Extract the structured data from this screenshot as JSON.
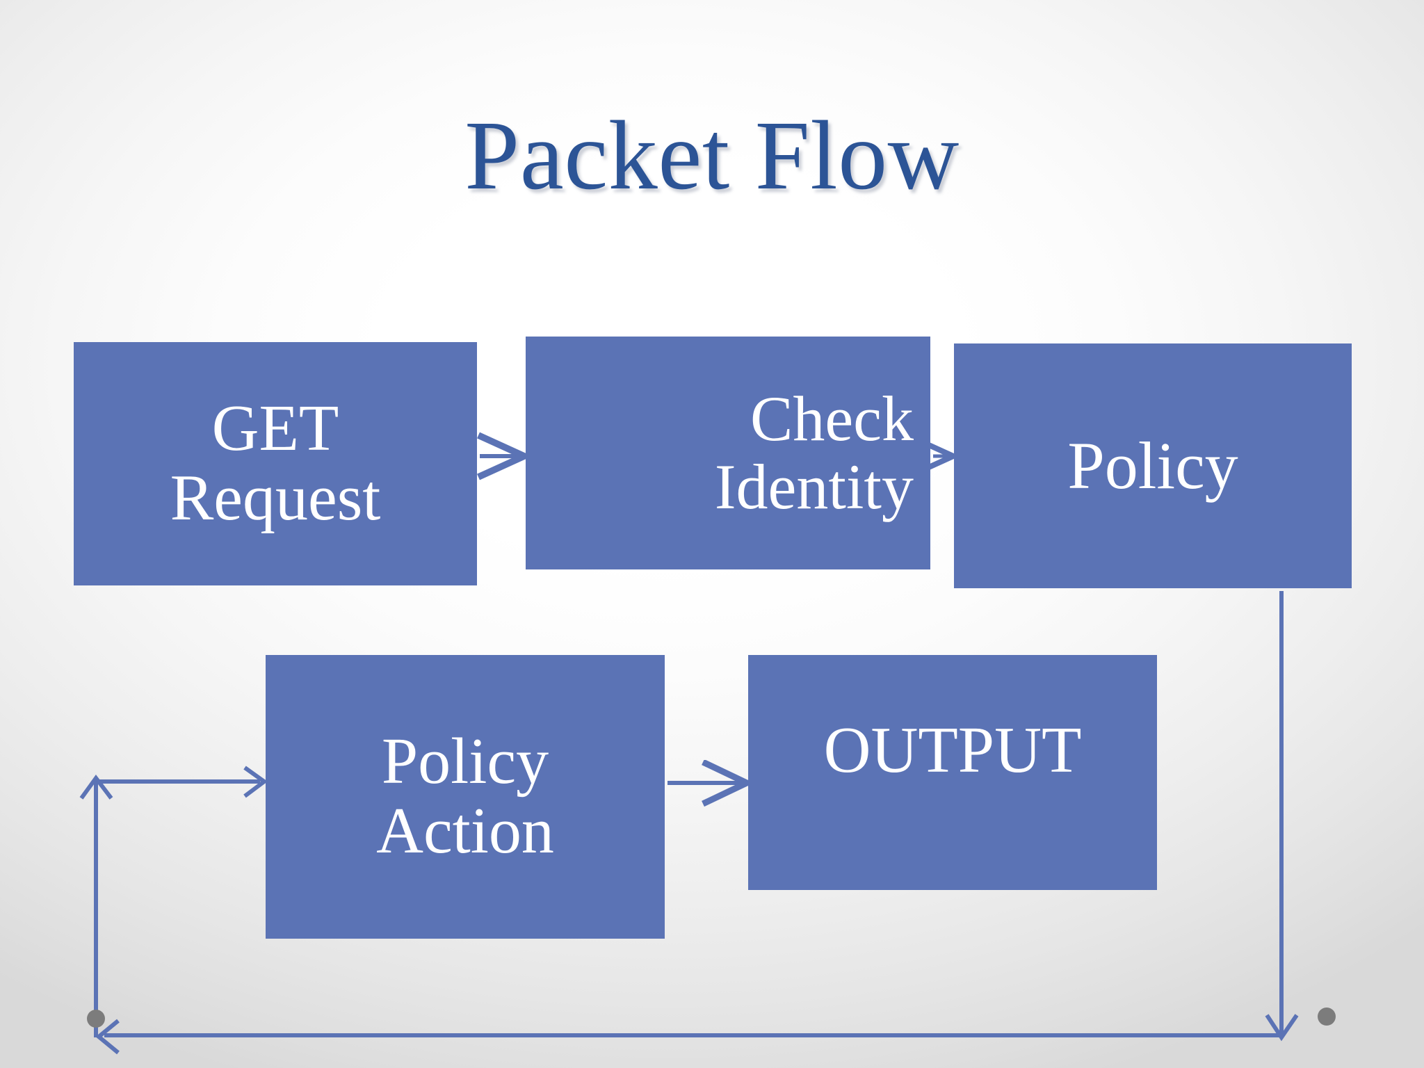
{
  "slide": {
    "title": "Packet Flow",
    "background": {
      "center_color": "#FFFFFF",
      "edge_color": "#DEDEDE"
    },
    "theme": {
      "title_color": "#2C5496",
      "node_fill": "#5B73B5",
      "node_text_color": "#FFFFFF",
      "connector_color": "#5B73B5",
      "handle_dot_color": "#7C7C7C"
    }
  },
  "diagram": {
    "type": "flowchart",
    "nodes": [
      {
        "id": "get-request",
        "label": "GET\nRequest",
        "row": 1,
        "order": 1
      },
      {
        "id": "check-identity",
        "label": "Check\nIdentity",
        "row": 1,
        "order": 2
      },
      {
        "id": "policy",
        "label": "Policy",
        "row": 1,
        "order": 3
      },
      {
        "id": "policy-action",
        "label": "Policy\nAction",
        "row": 2,
        "order": 1
      },
      {
        "id": "output",
        "label": "OUTPUT",
        "row": 2,
        "order": 2
      }
    ],
    "node_labels": {
      "get_request_line1": "GET",
      "get_request_line2": "Request",
      "check_identity_line1": "Check",
      "check_identity_line2": "Identity",
      "policy": "Policy",
      "policy_action_line1": "Policy",
      "policy_action_line2": "Action",
      "output": "OUTPUT"
    },
    "edges": [
      {
        "id": "edge-get-to-check",
        "from": "get-request",
        "to": "check-identity",
        "style": "straight-arrow",
        "direction": "right"
      },
      {
        "id": "edge-check-to-policy",
        "from": "check-identity",
        "to": "policy",
        "style": "straight-arrow",
        "direction": "right"
      },
      {
        "id": "edge-policy-to-action",
        "from": "policy",
        "to": "policy-action",
        "style": "elbow-wrap",
        "direction": "down-left-up-right"
      },
      {
        "id": "edge-action-to-output",
        "from": "policy-action",
        "to": "output",
        "style": "straight-arrow",
        "direction": "right"
      },
      {
        "id": "edge-output-to-loop",
        "from": "output",
        "to": "policy-action",
        "style": "elbow-return",
        "direction": "down-left"
      }
    ]
  },
  "handles": [
    {
      "id": "handle-dot-left",
      "shape": "circle"
    },
    {
      "id": "handle-dot-right",
      "shape": "circle"
    }
  ]
}
